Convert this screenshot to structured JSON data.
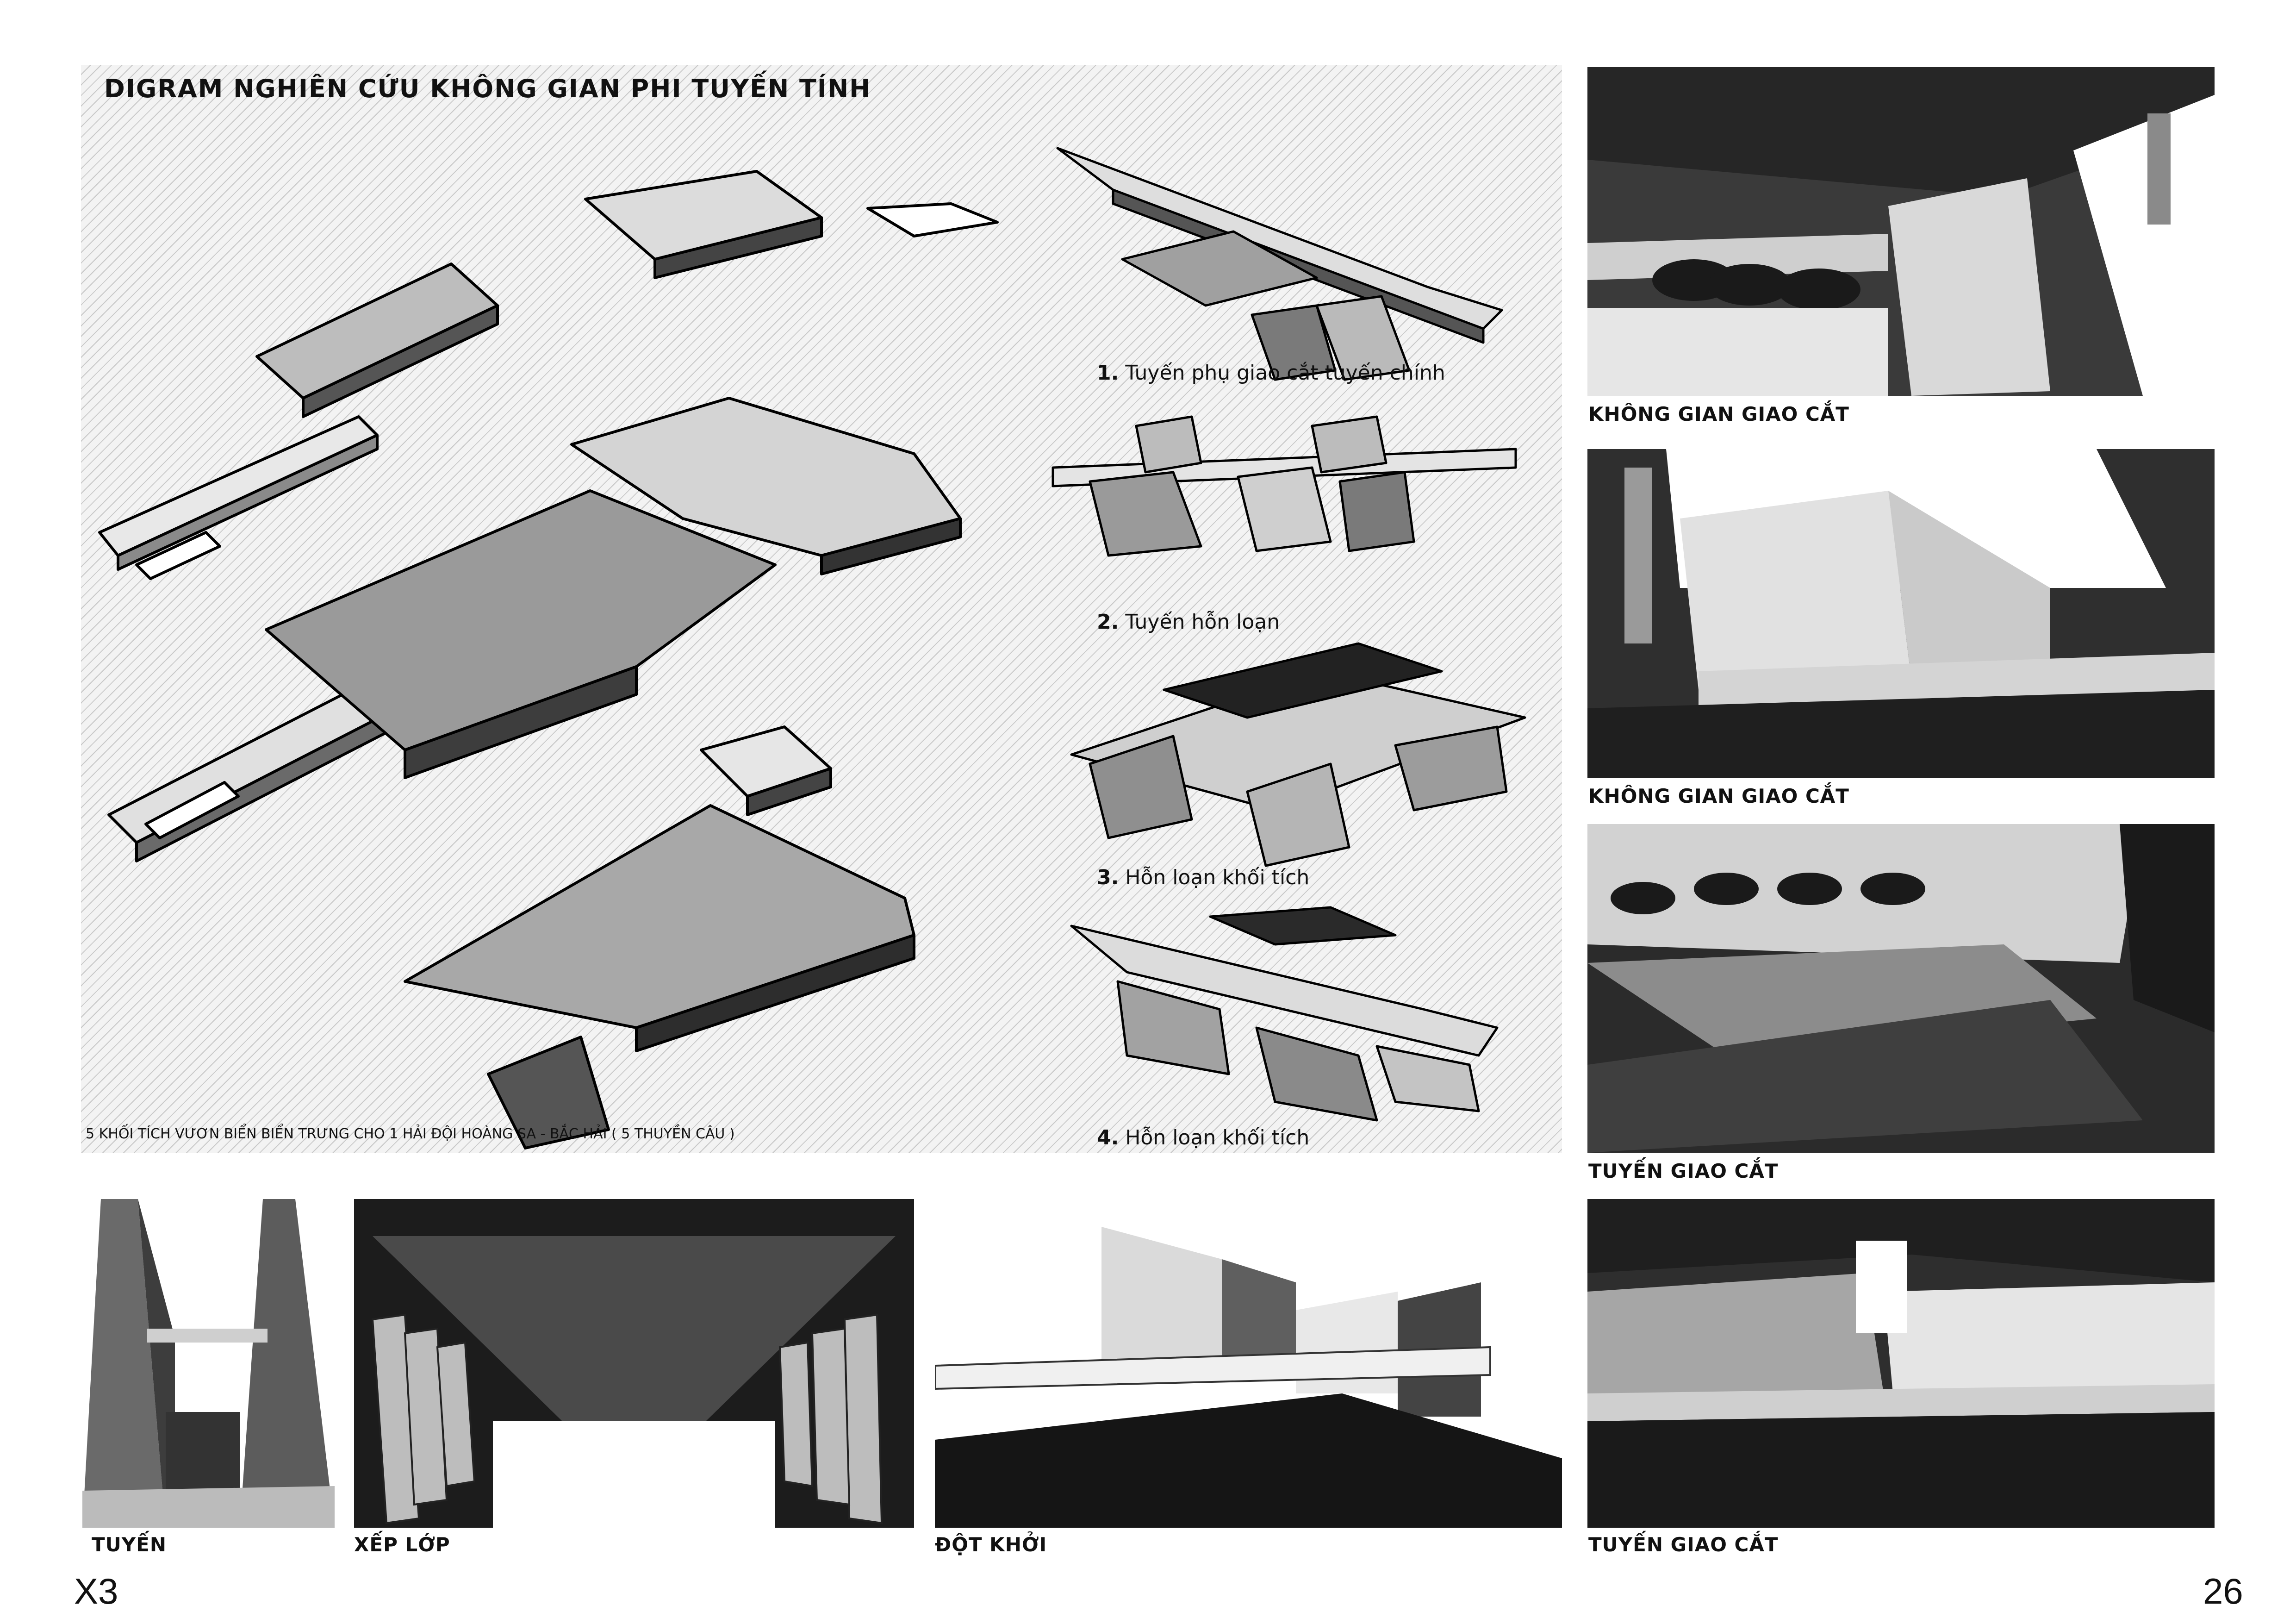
{
  "diagram": {
    "title": "DIGRAM NGHIÊN CỨU KHÔNG GIAN PHI TUYẾN TÍNH",
    "note": "5 KHỐI TÍCH VƯƠN BIỂN BIỂN TRƯNG CHO 1 HẢI ĐỘI HOÀNG SA - BẮC HẢI ( 5 THUYỀN CÂU )",
    "steps": [
      {
        "num": "1.",
        "text": "Tuyến phụ giao cắt tuyến chính"
      },
      {
        "num": "2.",
        "text": "Tuyến hỗn loạn"
      },
      {
        "num": "3.",
        "text": "Hỗn loạn khối tích"
      },
      {
        "num": "4.",
        "text": "Hỗn loạn khối tích"
      }
    ]
  },
  "right_panels": [
    {
      "caption": "KHÔNG GIAN GIAO CẮT"
    },
    {
      "caption": "KHÔNG GIAN GIAO CẮT"
    },
    {
      "caption": "TUYẾN GIAO CẮT"
    },
    {
      "caption": "TUYẾN GIAO CẮT"
    }
  ],
  "bottom_panels": [
    {
      "caption": "TUYẾN"
    },
    {
      "caption": "XẾP LỚP"
    },
    {
      "caption": "ĐỘT KHỞI"
    }
  ],
  "footer": {
    "left": "X3",
    "right": "26"
  }
}
